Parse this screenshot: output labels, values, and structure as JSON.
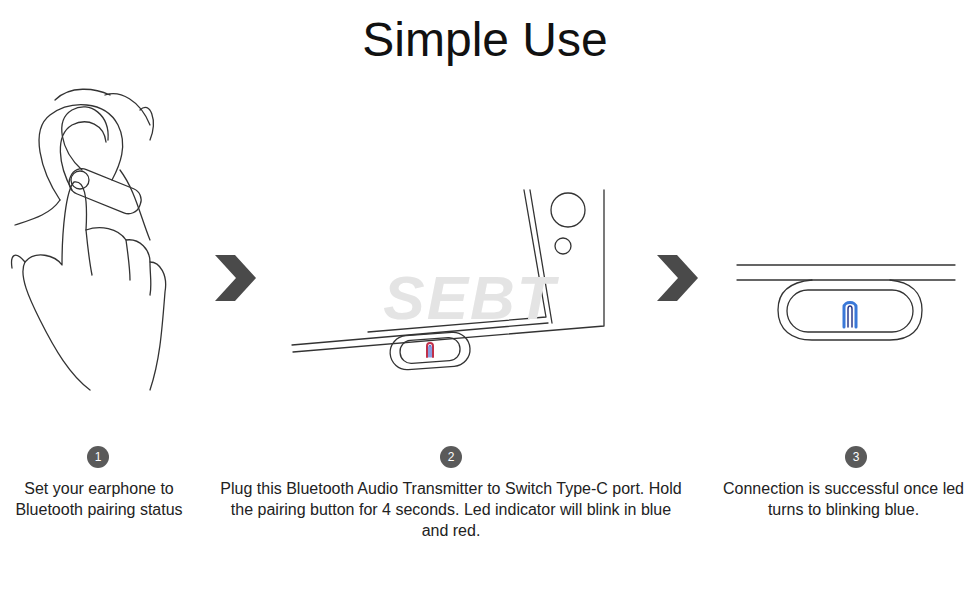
{
  "diagram": {
    "title": "Simple Use",
    "nodes": [
      {
        "text": [
          "1"
        ]
      },
      {
        "text": [
          "2"
        ]
      },
      {
        "text": [
          "3"
        ]
      }
    ],
    "labels": [
      "SEBT",
      "Set your earphone to Bluetooth pairing status",
      "Plug this Bluetooth Audio Transmitter to Switch Type-C port. Hold the pairing button for 4 seconds. Led indicator will blink in blue and red.",
      "Connection is successful once led turns to blinking blue."
    ]
  }
}
